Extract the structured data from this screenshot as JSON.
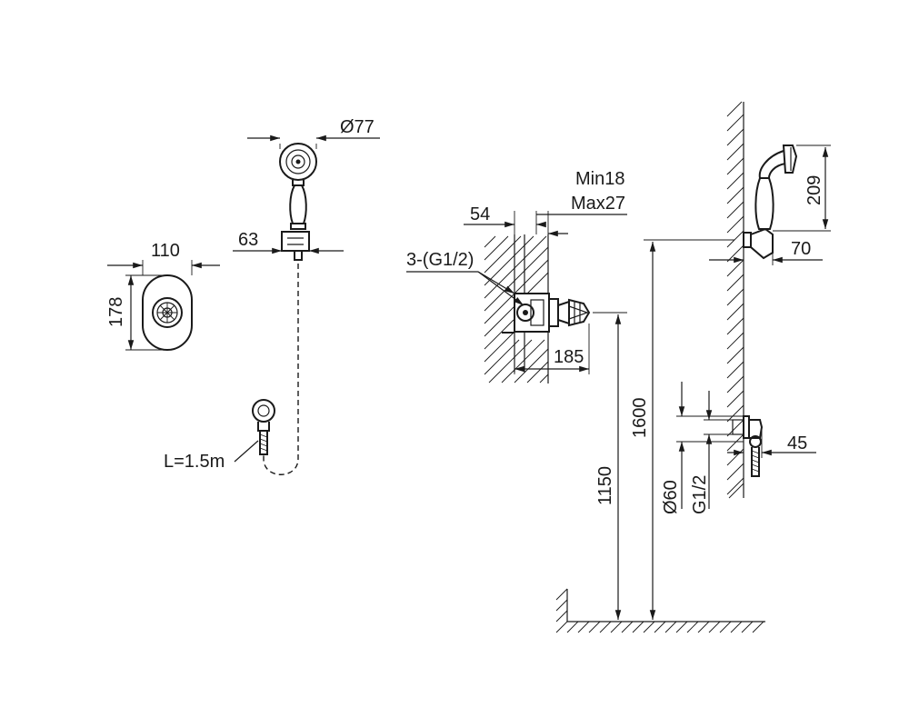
{
  "diagram": {
    "labels": {
      "head_diameter": "Ø77",
      "holder_offset": "63",
      "plate_width": "110",
      "plate_height": "178",
      "hose_length": "L=1.5m",
      "wall_min": "Min18",
      "wall_max": "Max27",
      "body_depth": "54",
      "inlets": "3-(G1/2)",
      "valve_projection": "185",
      "valve_height": "1150",
      "holder_height": "1600",
      "shower_head_height": "209",
      "holder_projection": "70",
      "outlet_projection": "45",
      "outlet_diameter": "Ø60",
      "outlet_thread": "G1/2"
    }
  }
}
